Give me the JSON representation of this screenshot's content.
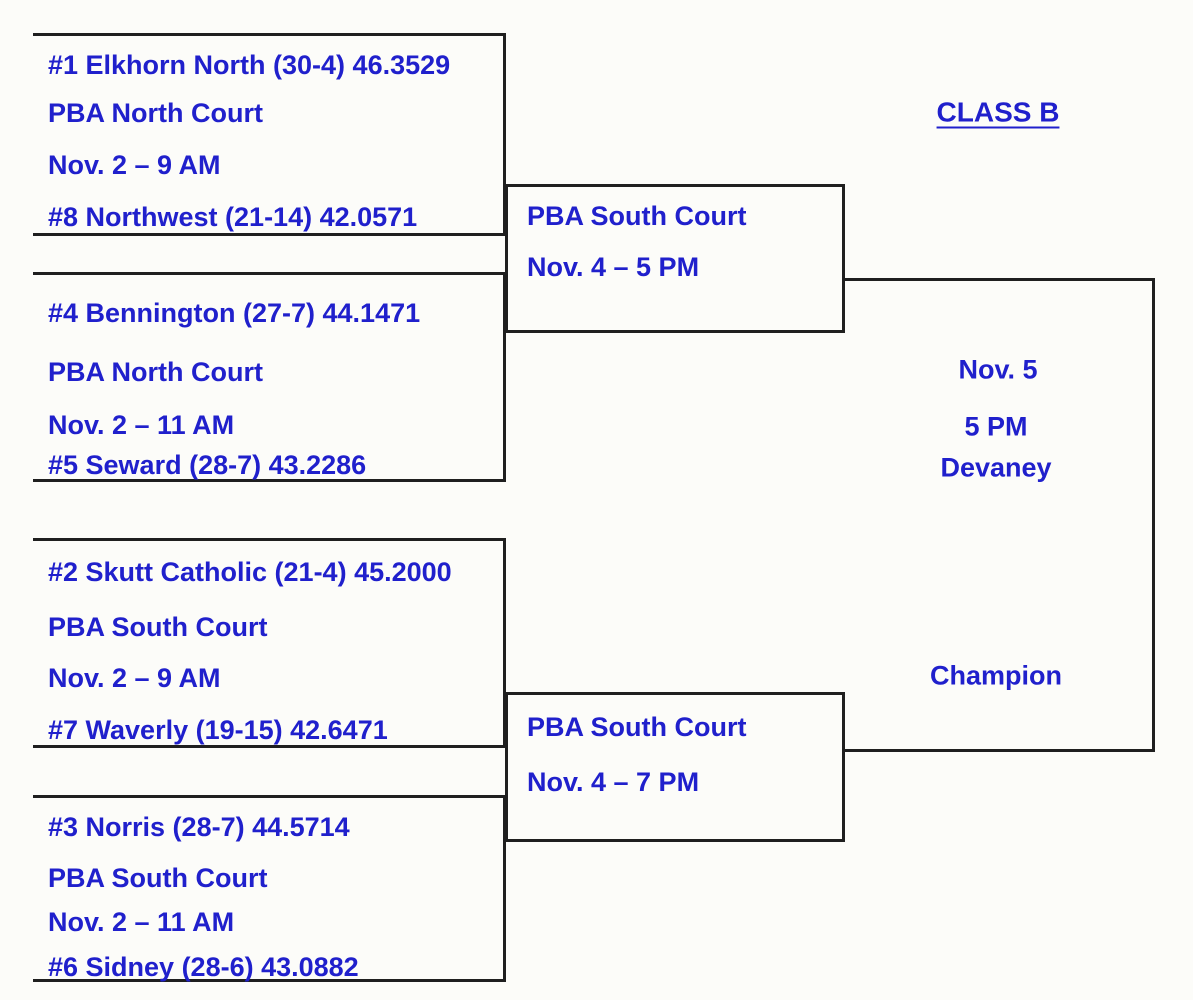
{
  "page": {
    "background_color": "#fcfcf9",
    "text_color": "#2020cc",
    "line_color": "#1f1f1f"
  },
  "class_label": "CLASS B",
  "quarterfinals": [
    {
      "top_seed": "#1 Elkhorn North (30-4) 46.3529",
      "venue": "PBA North Court",
      "time": "Nov. 2 – 9 AM",
      "bottom_seed": "#8 Northwest (21-14) 42.0571"
    },
    {
      "top_seed": "#4 Bennington (27-7) 44.1471",
      "venue": "PBA North Court",
      "time": "Nov. 2 – 11 AM",
      "bottom_seed": "#5 Seward (28-7) 43.2286"
    },
    {
      "top_seed": "#2 Skutt Catholic (21-4) 45.2000",
      "venue": "PBA South Court",
      "time": "Nov. 2 – 9 AM",
      "bottom_seed": "#7 Waverly (19-15) 42.6471"
    },
    {
      "top_seed": "#3 Norris (28-7) 44.5714",
      "venue": "PBA South Court",
      "time": "Nov. 2 – 11 AM",
      "bottom_seed": "#6 Sidney (28-6) 43.0882"
    }
  ],
  "semifinals": [
    {
      "venue": "PBA South Court",
      "time": "Nov. 4 – 5 PM"
    },
    {
      "venue": "PBA South Court",
      "time": "Nov. 4 – 7 PM"
    }
  ],
  "final": {
    "date": "Nov. 5",
    "time": "5 PM",
    "venue": "Devaney",
    "champion_label": "Champion"
  }
}
